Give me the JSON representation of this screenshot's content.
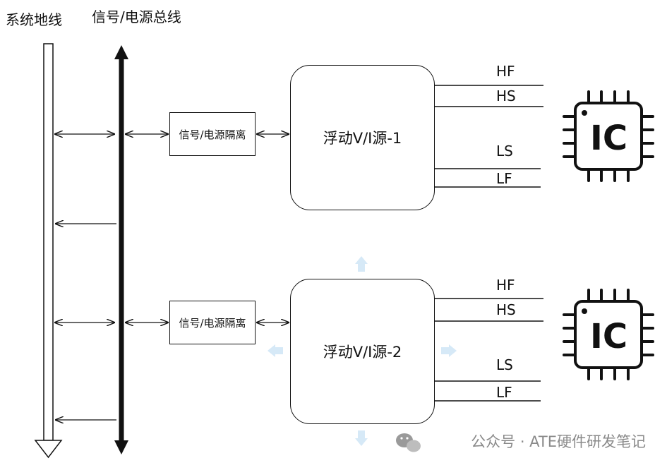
{
  "labels": {
    "system_ground_bus": "系统地线",
    "signal_power_bus": "信号/电源总线"
  },
  "isolation": {
    "box1": "信号/电源隔离",
    "box2": "信号/电源隔离"
  },
  "sources": {
    "source1": "浮动V/I源-1",
    "source2": "浮动V/I源-2"
  },
  "lines_group1": {
    "hf": "HF",
    "hs": "HS",
    "ls": "LS",
    "lf": "LF"
  },
  "lines_group2": {
    "hf": "HF",
    "hs": "HS",
    "ls": "LS",
    "lf": "LF"
  },
  "ic": {
    "chip1": "IC",
    "chip2": "IC"
  },
  "watermark": {
    "text": "公众号 · ATE硬件研发笔记"
  },
  "colors": {
    "stroke": "#111111",
    "faint_arrow": "#d6e9f7",
    "watermark": "#8a8a8a"
  }
}
